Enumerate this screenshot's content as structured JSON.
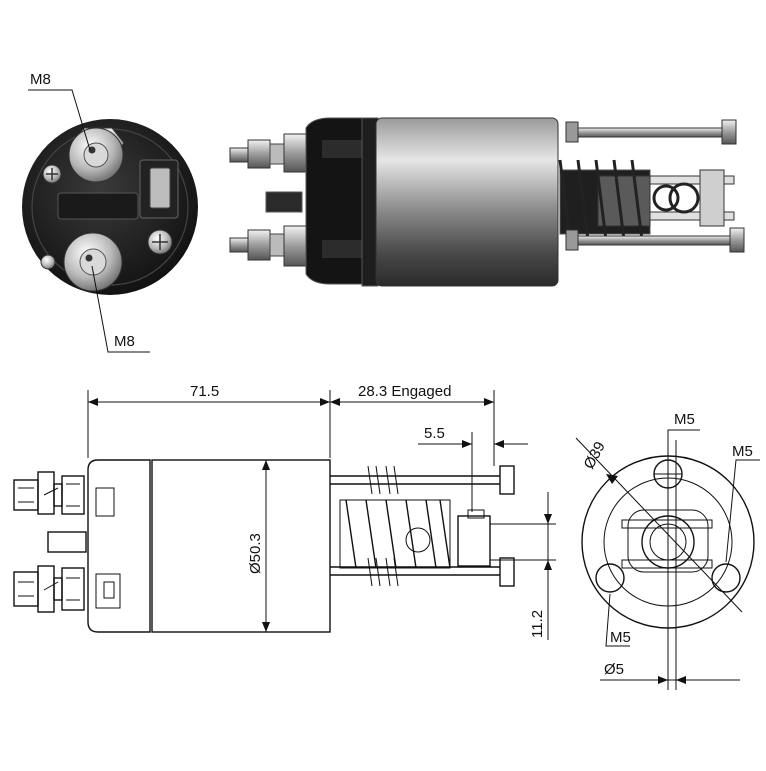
{
  "photo_labels": {
    "top_terminal": "M8",
    "bottom_terminal": "M8"
  },
  "dimensions": {
    "body_length": "71.5",
    "engaged_travel": "28.3 Engaged",
    "plunger_offset": "5.5",
    "body_diameter": "Ø50.3",
    "offset_height": "11.2",
    "bolt_circle": "Ø39",
    "top_hole": "M5",
    "right_hole": "M5",
    "left_hole": "M5",
    "plunger_diameter": "Ø5"
  },
  "colors": {
    "line": "#111111",
    "background": "#ffffff",
    "metal_dark": "#2a2a2a",
    "metal_light": "#d8d8d8"
  }
}
